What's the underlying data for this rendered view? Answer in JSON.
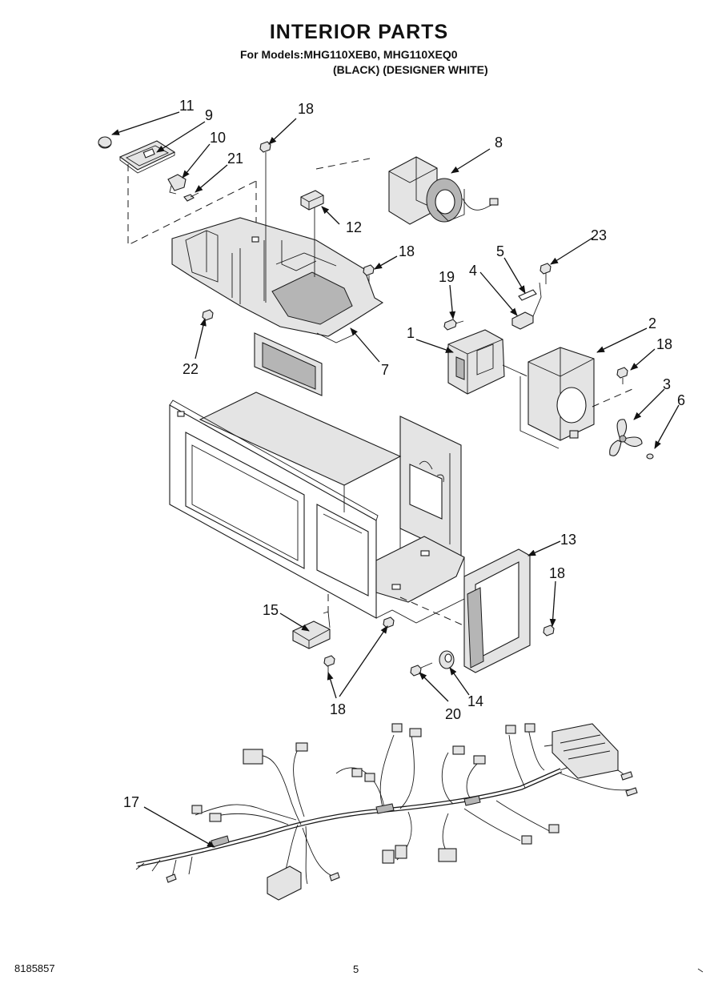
{
  "header": {
    "title": "INTERIOR PARTS",
    "models_line": "For Models:MHG110XEB0, MHG110XEQ0",
    "colors_line": "(BLACK)  (DESIGNER WHITE)"
  },
  "footer": {
    "doc_number": "8185857",
    "page_number": "5"
  },
  "callouts": {
    "c11": "11",
    "c9": "9",
    "c10": "10",
    "c21": "21",
    "c18a": "18",
    "c12": "12",
    "c8": "8",
    "c18b": "18",
    "c22": "22",
    "c7": "7",
    "c23": "23",
    "c5": "5",
    "c4": "4",
    "c19": "19",
    "c1": "1",
    "c2": "2",
    "c18c": "18",
    "c3": "3",
    "c6": "6",
    "c13": "13",
    "c18d": "18",
    "c15": "15",
    "c14": "14",
    "c20": "20",
    "c18e": "18",
    "c17": "17"
  }
}
